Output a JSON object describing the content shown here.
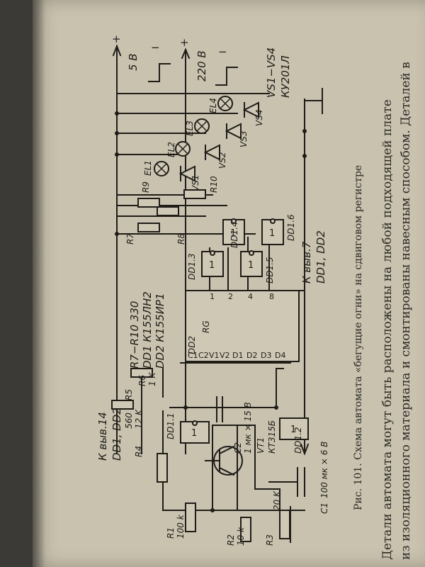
{
  "figure": {
    "caption": "Рис. 101. Схема автомата «бегущие огни» на сдвиговом регистре",
    "power": {
      "k_pin14": "К выв.14",
      "dd_pin14": "DD1, DD2",
      "k_pin7": "К выв.7",
      "dd_pin7": "DD1, DD2",
      "v5": "5 В",
      "v220": "220 В",
      "plus": "+",
      "minus": "−"
    },
    "parts_note": {
      "line1": "R7−R10  330",
      "line2": "DD1   К155ЛН2",
      "line3": "DD2   К155ИР1"
    },
    "components": {
      "r1": "R1",
      "r1v": "100 k",
      "r2": "R2",
      "r2v": "10 k",
      "r3": "R3",
      "r3v": "20 K",
      "r4": "R4",
      "r4v": "12 K",
      "r5": "R5",
      "r5v": "560",
      "r6": "R6",
      "r6v": "1 K",
      "r7": "R7",
      "r8": "R8",
      "r9": "R9",
      "r10": "R10",
      "vt1": "VT1",
      "vt1v": "КТ315Б",
      "c1": "C1",
      "c1v": "100 мк × 6 В",
      "c2": "C2",
      "c2v": "1 мк × 15 В",
      "dd11": "DD1.1",
      "dd12": "DD1.2",
      "dd13": "DD1.3",
      "dd14": "DD1.4",
      "dd15": "DD1.5",
      "dd16": "DD1.6",
      "dd2": "DD2",
      "rg": "RG",
      "el1": "EL1",
      "el2": "EL2",
      "el3": "EL3",
      "el4": "EL4",
      "vs1": "VS1",
      "vs2": "VS2",
      "vs3": "VS3",
      "vs4": "VS4",
      "vs_range": "VS1−VS4",
      "vs_type": "КУ201Л",
      "gate_one": "1"
    },
    "reg_pins": {
      "c1": "C1",
      "c2": "C2",
      "v1": "V1",
      "v2": "V2",
      "d1": "D1",
      "d2": "D2",
      "d3": "D3",
      "d4": "D4",
      "n1": "1",
      "n2": "2",
      "n4": "4",
      "n8": "8"
    }
  },
  "text": {
    "line1": "Детали автомата могут быть расположены на любой подходящей плате",
    "line2": "из изоляционного материала и смонтированы навесным способом. Деталей в"
  }
}
